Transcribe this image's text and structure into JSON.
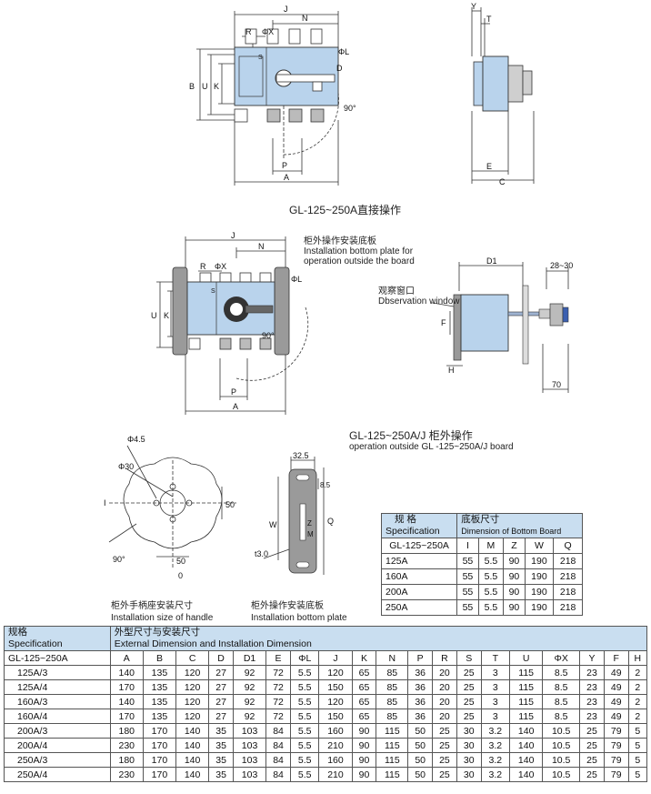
{
  "fig1": {
    "caption": "GL-125~250A直接操作",
    "labels": [
      "J",
      "N",
      "R",
      "ΦX",
      "S",
      "ΦL",
      "D",
      "B",
      "U",
      "K",
      "90°",
      "P",
      "A",
      "Y",
      "T",
      "E",
      "C"
    ]
  },
  "fig2": {
    "note_cn": "柜外操作安装底板",
    "note_en1": "Installation bottom plate for",
    "note_en2": "operation outside the board",
    "caption_cn": "GL-125~250A/J 柜外操作",
    "caption_en": "operation outside GL -125~250A/J board",
    "labels": [
      "J",
      "N",
      "R",
      "ΦX",
      "S",
      "ΦL",
      "U",
      "K",
      "90°",
      "P",
      "A"
    ]
  },
  "fig3": {
    "window_cn": "观察窗口",
    "window_en": "Dbservation window",
    "labels": [
      "D1",
      "28~30",
      "F",
      "H",
      "70"
    ]
  },
  "fig4": {
    "caption_cn": "柜外手柄座安装尺寸",
    "caption_en": "Installation size of handle",
    "labels": [
      "Φ4.5",
      "Φ30",
      "I",
      "50",
      "50",
      "90°",
      "0"
    ]
  },
  "fig5": {
    "caption_cn": "柜外操作安装底板",
    "caption_en": "Installation bottom plate",
    "labels": [
      "32.5",
      "8.5",
      "W",
      "Z",
      "M",
      "Q",
      "t3.0"
    ]
  },
  "small_table": {
    "spec_cn": "规 格",
    "spec_en": "Specification",
    "dim_cn": "底板尺寸",
    "dim_en": "Dimension of Bottom Board",
    "model": "GL-125~250A",
    "columns": [
      "I",
      "M",
      "Z",
      "W",
      "Q"
    ],
    "rows": [
      [
        "125A",
        "55",
        "5.5",
        "90",
        "190",
        "218"
      ],
      [
        "160A",
        "55",
        "5.5",
        "90",
        "190",
        "218"
      ],
      [
        "200A",
        "55",
        "5.5",
        "90",
        "190",
        "218"
      ],
      [
        "250A",
        "55",
        "5.5",
        "90",
        "190",
        "218"
      ]
    ]
  },
  "main_table": {
    "spec_cn": "规格",
    "spec_en": "Specification",
    "dim_cn": "外型尺寸与安装尺寸",
    "dim_en": "External Dimension and Installation Dimension",
    "model": "GL-125~250A",
    "columns": [
      "A",
      "B",
      "C",
      "D",
      "D1",
      "E",
      "ΦL",
      "J",
      "K",
      "N",
      "P",
      "R",
      "S",
      "T",
      "U",
      "ΦX",
      "Y",
      "F",
      "H"
    ],
    "rows": [
      [
        "125A/3",
        "140",
        "135",
        "120",
        "27",
        "92",
        "72",
        "5.5",
        "120",
        "65",
        "85",
        "36",
        "20",
        "25",
        "3",
        "115",
        "8.5",
        "23",
        "49",
        "2"
      ],
      [
        "125A/4",
        "170",
        "135",
        "120",
        "27",
        "92",
        "72",
        "5.5",
        "150",
        "65",
        "85",
        "36",
        "20",
        "25",
        "3",
        "115",
        "8.5",
        "23",
        "49",
        "2"
      ],
      [
        "160A/3",
        "140",
        "135",
        "120",
        "27",
        "92",
        "72",
        "5.5",
        "120",
        "65",
        "85",
        "36",
        "20",
        "25",
        "3",
        "115",
        "8.5",
        "23",
        "49",
        "2"
      ],
      [
        "160A/4",
        "170",
        "135",
        "120",
        "27",
        "92",
        "72",
        "5.5",
        "150",
        "65",
        "85",
        "36",
        "20",
        "25",
        "3",
        "115",
        "8.5",
        "23",
        "49",
        "2"
      ],
      [
        "200A/3",
        "180",
        "170",
        "140",
        "35",
        "103",
        "84",
        "5.5",
        "160",
        "90",
        "115",
        "50",
        "25",
        "30",
        "3.2",
        "140",
        "10.5",
        "25",
        "79",
        "5"
      ],
      [
        "200A/4",
        "230",
        "170",
        "140",
        "35",
        "103",
        "84",
        "5.5",
        "210",
        "90",
        "115",
        "50",
        "25",
        "30",
        "3.2",
        "140",
        "10.5",
        "25",
        "79",
        "5"
      ],
      [
        "250A/3",
        "180",
        "170",
        "140",
        "35",
        "103",
        "84",
        "5.5",
        "160",
        "90",
        "115",
        "50",
        "25",
        "30",
        "3.2",
        "140",
        "10.5",
        "25",
        "79",
        "5"
      ],
      [
        "250A/4",
        "230",
        "170",
        "140",
        "35",
        "103",
        "84",
        "5.5",
        "210",
        "90",
        "115",
        "50",
        "25",
        "30",
        "3.2",
        "140",
        "10.5",
        "25",
        "79",
        "5"
      ]
    ]
  }
}
